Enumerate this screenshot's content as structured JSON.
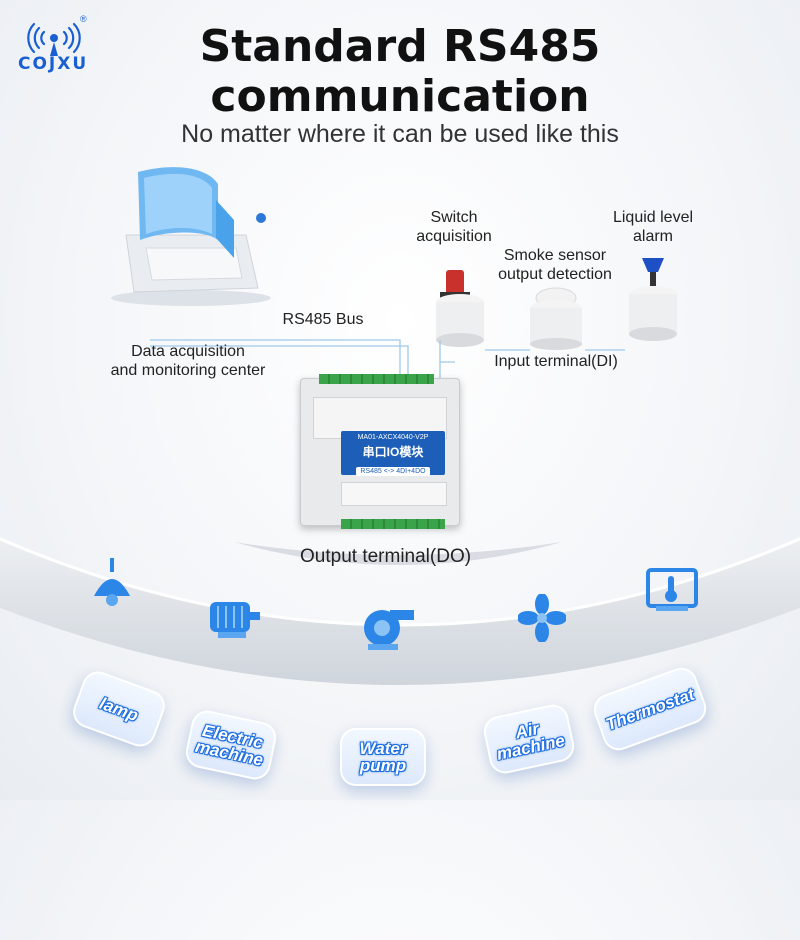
{
  "brand": {
    "name": "COJXU",
    "registered_mark": "®"
  },
  "header": {
    "title_line1": "Standard RS485",
    "title_line2": "communication",
    "subtitle": "No matter where it can be used like this"
  },
  "labels": {
    "switch": [
      "Switch",
      "acquisition"
    ],
    "liquid": [
      "Liquid level",
      "alarm"
    ],
    "smoke": [
      "Smoke sensor",
      "output detection"
    ],
    "rs485_bus": "RS485 Bus",
    "center": [
      "Data acquisition",
      "and monitoring center"
    ],
    "input_terminal": "Input terminal(DI)",
    "output_terminal": "Output terminal(DO)"
  },
  "module": {
    "model": "MA01-AXCX4040-V2P",
    "name": "串口IO模块",
    "io": "RS485 <-> 4DI+4DO"
  },
  "applications": [
    {
      "label_line1": "lamp",
      "label_line2": "",
      "icon": "lamp-icon"
    },
    {
      "label_line1": "Electric",
      "label_line2": "machine",
      "icon": "motor-icon"
    },
    {
      "label_line1": "Water",
      "label_line2": "pump",
      "icon": "pump-icon"
    },
    {
      "label_line1": "Air",
      "label_line2": "machine",
      "icon": "fan-icon"
    },
    {
      "label_line1": "Thermostat",
      "label_line2": "",
      "icon": "thermostat-icon"
    }
  ],
  "colors": {
    "brand_blue": "#1a5fd1",
    "icon_blue": "#2c86e8",
    "module_label": "#1d5fb8"
  }
}
